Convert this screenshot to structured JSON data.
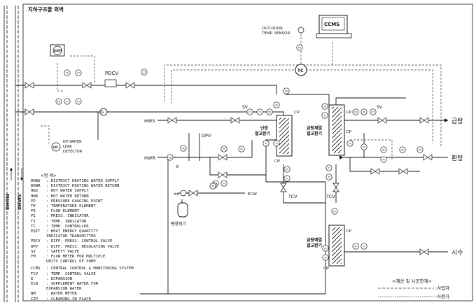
{
  "header": {
    "title": "지하구조물 외벽"
  },
  "vertical_labels": {
    "dhrw": "DHRW",
    "dhws": "DHWS"
  },
  "equipment": {
    "ccms": "CCMS",
    "outdoor_sensor": [
      "OUT-DOOR",
      "TEMP. SENSOR"
    ],
    "eqit": "EQIT",
    "pdcv": "PDCV",
    "dpv": "DPV",
    "tc": "TC",
    "ld": "LD",
    "dh_leak_detector": [
      "DH WATER",
      "LEAK",
      "DETECTOR"
    ],
    "hws": "HWS",
    "hwr": "HWR",
    "sv": "SV",
    "hx_heating": [
      "난방",
      "열교환기"
    ],
    "hx_hotwater_1": [
      "급탕재열",
      "열교환기"
    ],
    "hx_hotwater_2": [
      "급탕예열",
      "열교환기"
    ],
    "cip": "CIP",
    "tcv": "TCV",
    "ecw": "ECW",
    "wm": "WM",
    "expansion_tank": "팽창탱크",
    "e": "E"
  },
  "instrument_tags": {
    "pi": "PI",
    "ti": "TI",
    "te": "TE",
    "fe": "FE"
  },
  "outlets": {
    "supply": "급탕",
    "return": "환탕",
    "city_water": "시수"
  },
  "legend": {
    "title": "<범 례>",
    "entries": [
      {
        "abbr": "DHWS",
        "desc": [
          "DISTRICT HEATING WATER SUPPLY"
        ]
      },
      {
        "abbr": "DHWR",
        "desc": [
          "DISTRICT HEATING WATER RETURN"
        ]
      },
      {
        "abbr": "HWS",
        "desc": [
          "HOT WATER SUPPLY"
        ]
      },
      {
        "abbr": "HWR",
        "desc": [
          "HOT WATER RETURN"
        ]
      },
      {
        "abbr": "PP",
        "desc": [
          "PRESSURE GAUGING POINT"
        ]
      },
      {
        "abbr": "TE",
        "desc": [
          "TEMPERATURE ELEMENT"
        ]
      },
      {
        "abbr": "FE",
        "desc": [
          "FLOW ELEMENT"
        ]
      },
      {
        "abbr": "PI",
        "desc": [
          "PRESS. INDICATOR"
        ]
      },
      {
        "abbr": "TI",
        "desc": [
          "TEMP. INDICATOR"
        ]
      },
      {
        "abbr": "TC",
        "desc": [
          "TEMP. CONTROLLER"
        ]
      },
      {
        "abbr": "EQIT",
        "desc": [
          "HEAT ENERGY QUANTITY",
          "INDICATOR TRANSMITTER"
        ]
      },
      {
        "abbr": "PDCV",
        "desc": [
          "DIFF. PRESS. CONTROL VALVE"
        ]
      },
      {
        "abbr": "DPV",
        "desc": [
          "DIFF. PRESS. REGULATING VALVE"
        ]
      },
      {
        "abbr": "SV",
        "desc": [
          "SAFETY VALVE"
        ]
      },
      {
        "abbr": "FM",
        "desc": [
          "FLOW METER FOR MULTIPLE",
          "UNITS CONTROL OF PUMP"
        ]
      },
      {
        "abbr": "CCMS",
        "desc": [
          "CENTRAL CONTROL & MONITORING SYSTEM"
        ]
      },
      {
        "abbr": "TCV",
        "desc": [
          "TEMP. CONTROL VALVE"
        ]
      },
      {
        "abbr": "E",
        "desc": [
          "EXPANSION"
        ]
      },
      {
        "abbr": "ECW",
        "desc": [
          "SUPPLEMENT WATER FOR",
          "EXPANSION WATER"
        ]
      },
      {
        "abbr": "WM",
        "desc": [
          "WATER METER"
        ]
      },
      {
        "abbr": "CIP",
        "desc": [
          "CLEANING-IN PLACE"
        ]
      }
    ]
  },
  "boundary_key": {
    "title": "<재산 및 시공한계>",
    "operator": ":사업자",
    "user": ":사용자"
  }
}
